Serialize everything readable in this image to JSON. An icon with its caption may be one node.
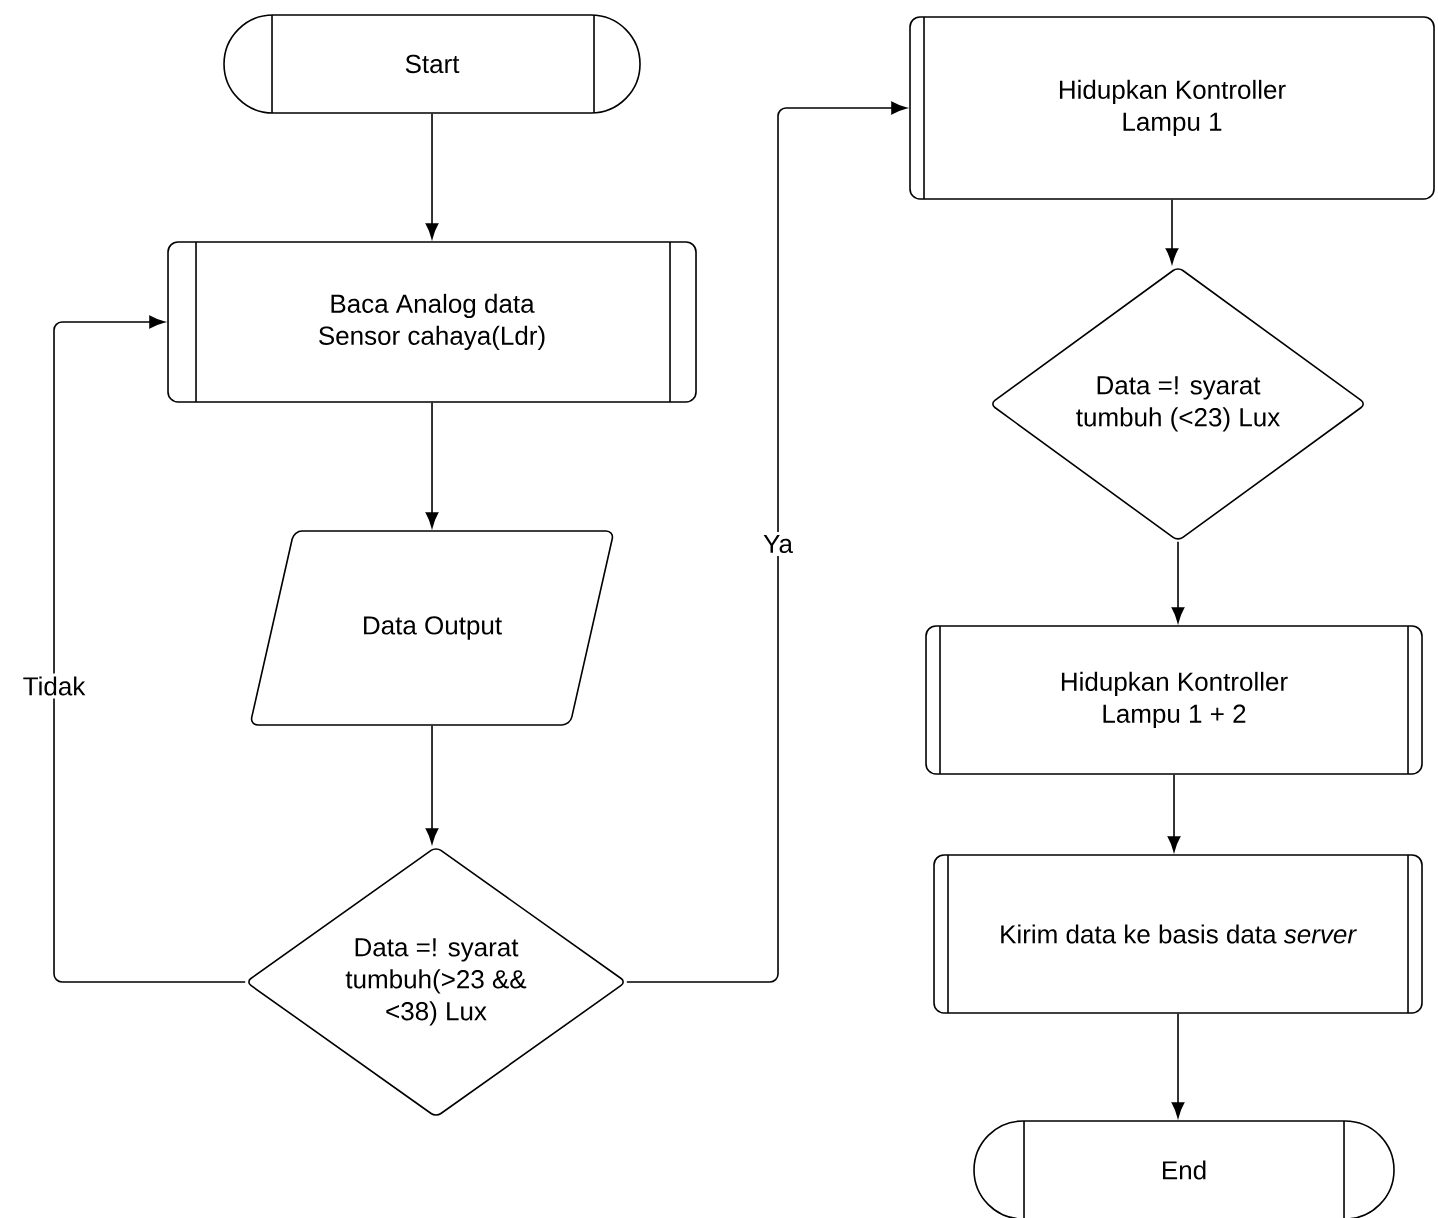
{
  "diagram": {
    "nodes": [
      {
        "text": [
          "Start"
        ]
      },
      {
        "text": [
          "Baca Analog data Sensor cahaya(Ldr)"
        ]
      },
      {
        "text": [
          "Data Output"
        ]
      },
      {
        "text": [
          "Data =! syarat tumbuh(>23 && <38) Lux"
        ]
      },
      {
        "text": [
          "Hidupkan Kontroller Lampu 1"
        ]
      },
      {
        "text": [
          "Data =! syarat tumbuh (<23) Lux"
        ]
      },
      {
        "text": [
          "Hidupkan Kontroller Lampu 1 + 2"
        ]
      },
      {
        "text": [
          "Kirim data ke basis data *server*"
        ]
      },
      {
        "text": [
          "End"
        ]
      }
    ],
    "edges": [
      {
        "from": 0,
        "to": 1,
        "arrow": "to"
      },
      {
        "from": 1,
        "to": 2,
        "arrow": "to"
      },
      {
        "from": 2,
        "to": 3,
        "arrow": "to"
      },
      {
        "from": 3,
        "to": 1,
        "arrow": "to",
        "label": "Tidak"
      },
      {
        "from": 3,
        "to": 4,
        "arrow": "to",
        "label": "Ya"
      },
      {
        "from": 4,
        "to": 5,
        "arrow": "to"
      },
      {
        "from": 5,
        "to": 6,
        "arrow": "to"
      },
      {
        "from": 6,
        "to": 7,
        "arrow": "to"
      },
      {
        "from": 7,
        "to": 8,
        "arrow": "to"
      }
    ]
  }
}
